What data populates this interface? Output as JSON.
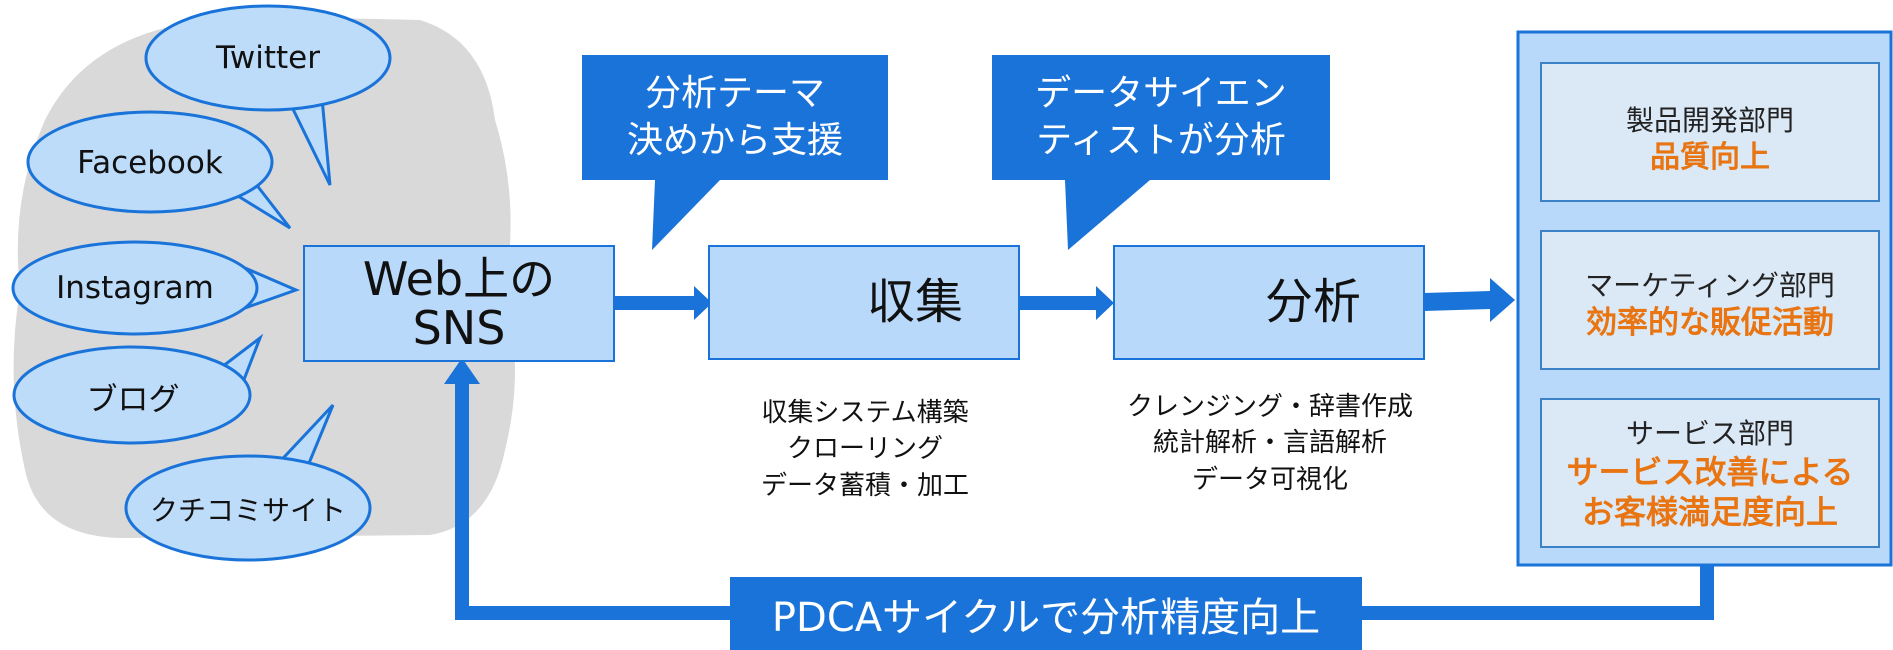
{
  "sources": {
    "bubbles": [
      {
        "id": "twitter",
        "label": "Twitter"
      },
      {
        "id": "facebook",
        "label": "Facebook"
      },
      {
        "id": "instagram",
        "label": "Instagram"
      },
      {
        "id": "blog",
        "label": "ブログ"
      },
      {
        "id": "review",
        "label": "クチコミサイト"
      }
    ],
    "web_sns_label": "Web上の\nSNS"
  },
  "callouts": {
    "theme": "分析テーマ\n決めから支援",
    "scientist": "データサイエン\nティストが分析"
  },
  "steps": {
    "collect": {
      "title": "収集",
      "icon": "database-icon",
      "details": "収集システム構築\nクローリング\nデータ蓄積・加工"
    },
    "analyze": {
      "title": "分析",
      "icon": "analytics-search-icon",
      "details": "クレンジング・辞書作成\n統計解析・言語解析\nデータ可視化"
    }
  },
  "departments": [
    {
      "name": "製品開発部門",
      "goal": "品質向上"
    },
    {
      "name": "マーケティング部門",
      "goal": "効率的な販促活動"
    },
    {
      "name": "サービス部門",
      "goal": "サービス改善による\nお客様満足度向上"
    }
  ],
  "feedback_label": "PDCAサイクルで分析精度向上",
  "colors": {
    "primary_blue": "#1a73d9",
    "box_fill": "#b9d9fa",
    "bubble_fill": "#bcdcfa",
    "cloud_gray": "#d9d9d9",
    "accent_orange": "#e87511"
  }
}
